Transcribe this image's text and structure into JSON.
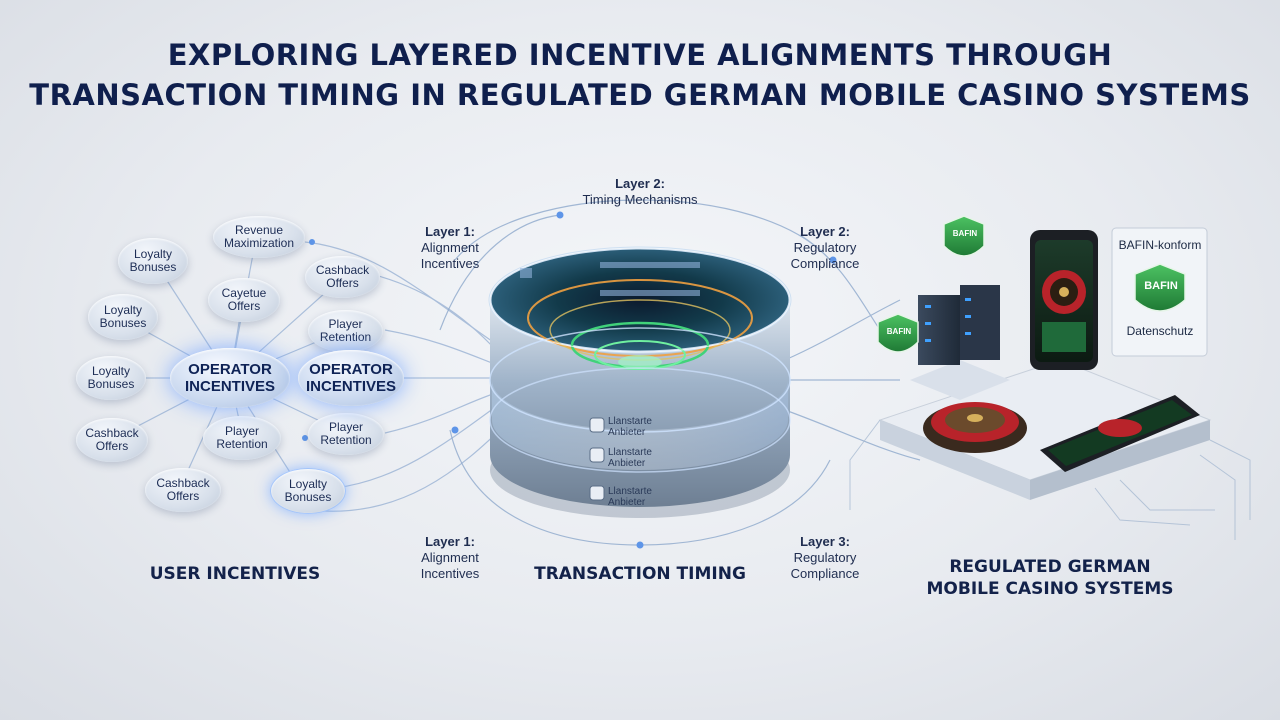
{
  "title": {
    "line1": "EXPLORING LAYERED INCENTIVE ALIGNMENTS THROUGH",
    "line2": "TRANSACTION TIMING IN REGULATED GERMAN MOBILE CASINO SYSTEMS"
  },
  "left_cluster": {
    "hub_left": "OPERATOR\nINCENTIVES",
    "hub_right": "OPERATOR\nINCENTIVES",
    "nodes": [
      {
        "label": "Loyalty\nBonuses"
      },
      {
        "label": "Revenue\nMaximization"
      },
      {
        "label": "Loyalty\nBonuses"
      },
      {
        "label": "Cayetue\nOffers"
      },
      {
        "label": "Cashback\nOffers"
      },
      {
        "label": "Loyalty\nBonuses"
      },
      {
        "label": "Player\nRetention"
      },
      {
        "label": "Cashback\nOffers"
      },
      {
        "label": "Player\nRetention"
      },
      {
        "label": "Player\nRetention"
      },
      {
        "label": "Cashback\nOffers"
      },
      {
        "label": "Loyalty\nBonuses"
      }
    ]
  },
  "layers": {
    "top_center": {
      "head": "Layer 2:",
      "body": "Timing Mechanisms"
    },
    "top_left": {
      "head": "Layer 1:",
      "body": "Alignment\nIncentives"
    },
    "top_right": {
      "head": "Layer 2:",
      "body": "Regulatory\nCompliance"
    },
    "bottom_left": {
      "head": "Layer 1:",
      "body": "Alignment\nIncentives"
    },
    "bottom_right": {
      "head": "Layer 3:",
      "body": "Regulatory\nCompliance"
    }
  },
  "ring_labels": [
    "Llanstarte\nAnbieter",
    "Llanstarte\nAnbieter",
    "Llanstarte\nAnbieter"
  ],
  "badges": {
    "bafin": "BAFIN",
    "konform": "BAFIN-konform",
    "datenschutz": "Datenschutz"
  },
  "sections": {
    "left": "USER INCENTIVES",
    "center": "TRANSACTION TIMING",
    "right": "REGULATED GERMAN\nMOBILE CASINO SYSTEMS"
  },
  "colors": {
    "title": "#0f1f4d",
    "glow_blue": "#6fa8ff",
    "ring_green": "#41d27a",
    "ring_orange": "#f0a040",
    "badge_green": "#2e9b4a",
    "roulette_red": "#b8232a"
  }
}
